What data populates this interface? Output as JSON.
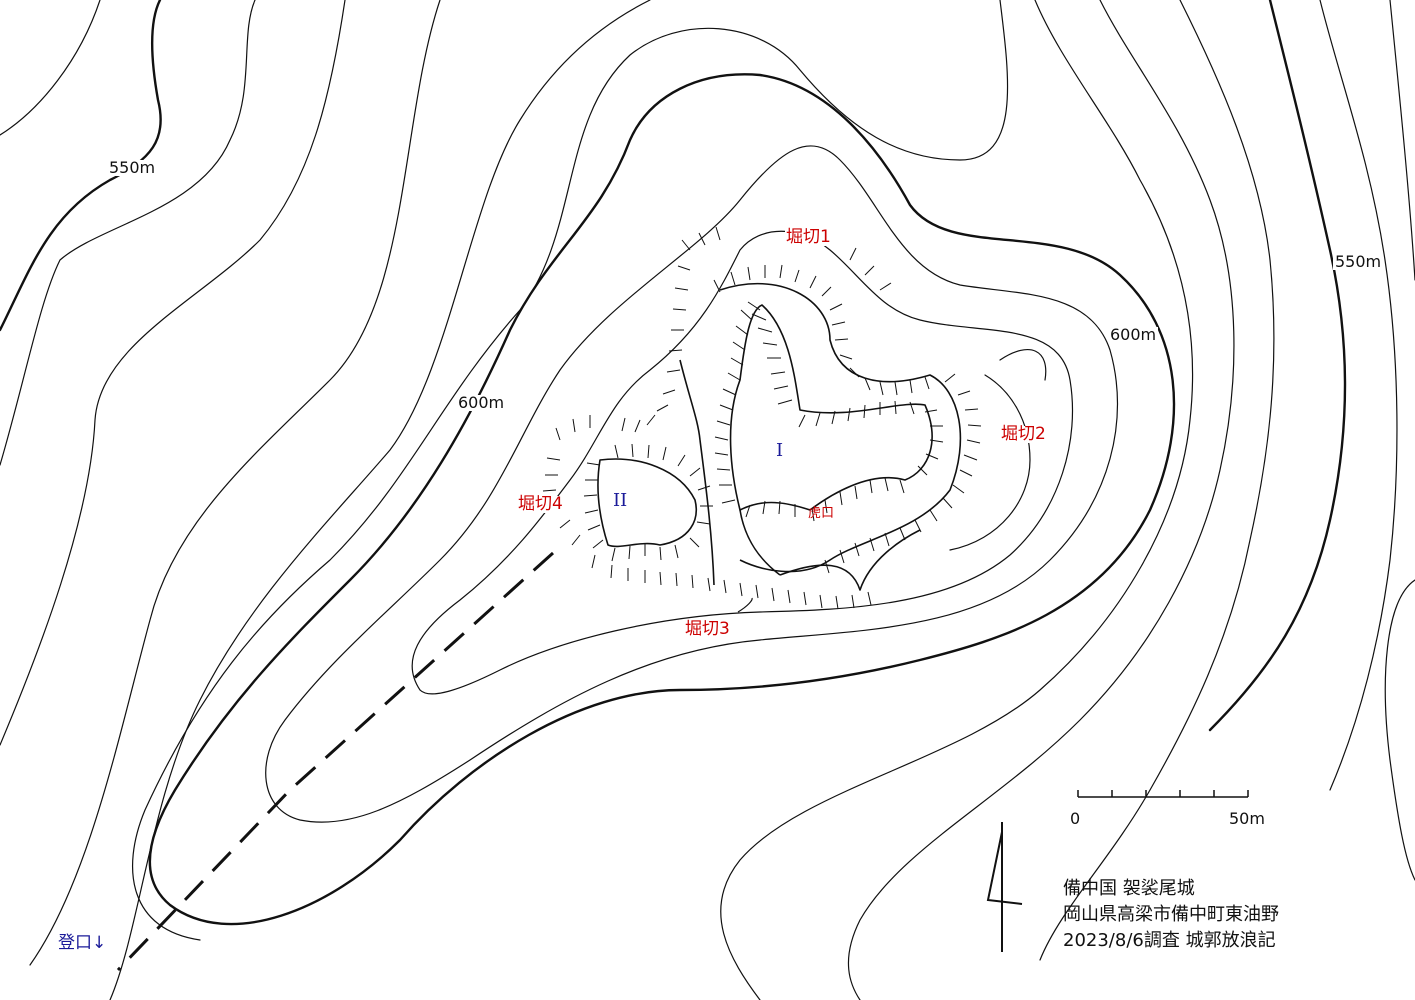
{
  "contour_labels": [
    "550m",
    "550m",
    "600m",
    "600m"
  ],
  "features": {
    "horikiri_1": "堀切1",
    "horikiri_2": "堀切2",
    "horikiri_3": "堀切3",
    "horikiri_4": "堀切4",
    "koguchi": "虎口"
  },
  "baileys": {
    "main": "I",
    "second": "II"
  },
  "trailhead": "登口↓",
  "scale_bar": {
    "start": "0",
    "end": "50m"
  },
  "title_block": {
    "line1": "備中国 袈裟尾城",
    "line2": "岡山県高梁市備中町東油野",
    "line3": "2023/8/6調査 城郭放浪記"
  },
  "colors": {
    "feature_labels": "#cc0000",
    "bailey_labels": "#1a1a99",
    "contours": "#111111"
  }
}
